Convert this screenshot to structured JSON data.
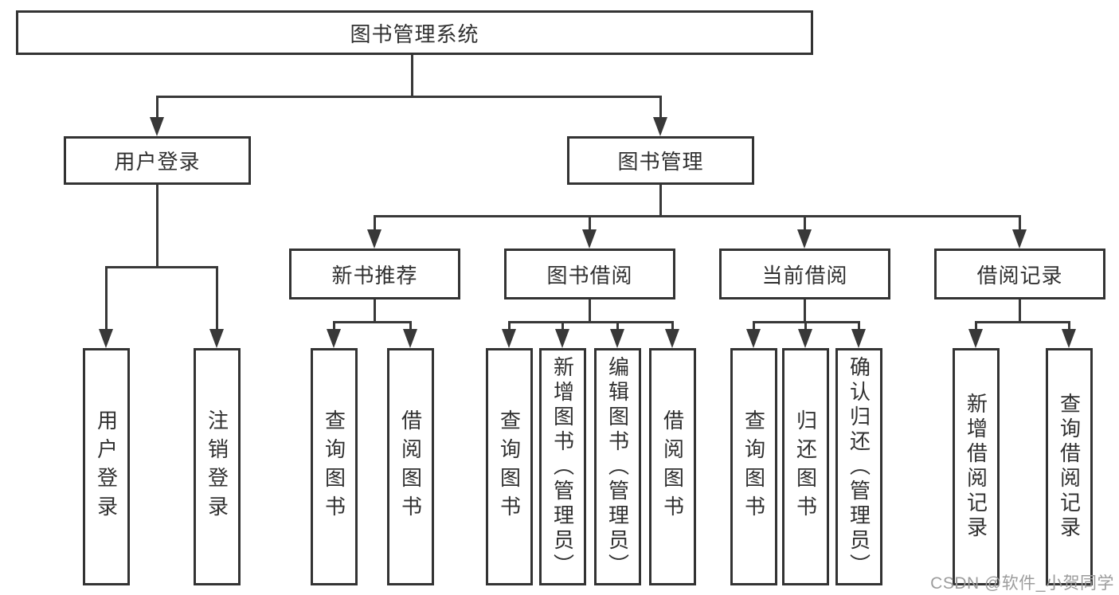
{
  "diagram_type": "hierarchy-tree",
  "colors": {
    "line": "#333333",
    "box_background": "#ffffff",
    "text": "#303030",
    "watermark": "#9c9c9c"
  },
  "tree": {
    "label": "图书管理系统",
    "children": [
      {
        "label": "用户登录",
        "children": [
          {
            "label": "用户登录"
          },
          {
            "label": "注销登录"
          }
        ]
      },
      {
        "label": "图书管理",
        "children": [
          {
            "label": "新书推荐",
            "children": [
              {
                "label": "查询图书"
              },
              {
                "label": "借阅图书"
              }
            ]
          },
          {
            "label": "图书借阅",
            "children": [
              {
                "label": "查询图书"
              },
              {
                "label": "新增图书（管理员）"
              },
              {
                "label": "编辑图书（管理员）"
              },
              {
                "label": "借阅图书"
              }
            ]
          },
          {
            "label": "当前借阅",
            "children": [
              {
                "label": "查询图书"
              },
              {
                "label": "归还图书"
              },
              {
                "label": "确认归还（管理员）"
              }
            ]
          },
          {
            "label": "借阅记录",
            "children": [
              {
                "label": "新增借阅记录"
              },
              {
                "label": "查询借阅记录"
              }
            ]
          }
        ]
      }
    ]
  },
  "watermark": {
    "text": "CSDN @软件_小贺同学"
  }
}
